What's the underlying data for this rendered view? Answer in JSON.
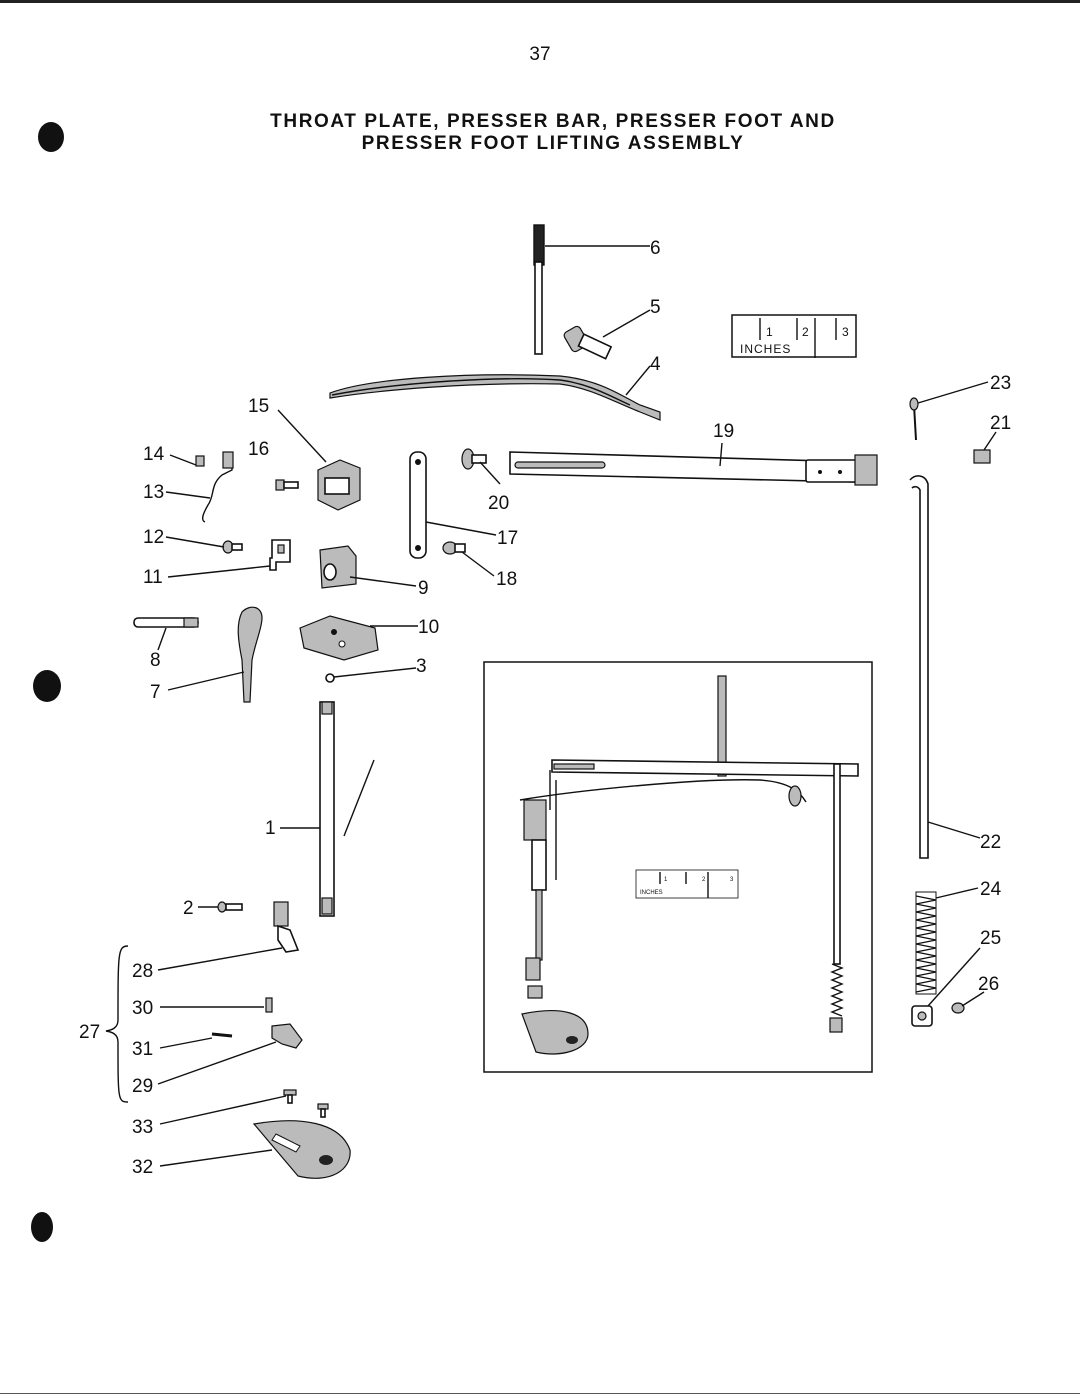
{
  "page": {
    "page_number": "37",
    "title_line_1": "THROAT PLATE, PRESSER BAR, PRESSER FOOT AND",
    "title_line_2": "PRESSER FOOT LIFTING ASSEMBLY"
  },
  "scale_bar": {
    "ticks": [
      "1",
      "2",
      "3"
    ],
    "unit": "INCHES"
  },
  "inset": {
    "scale_ticks": [
      "1",
      "2",
      "3"
    ],
    "scale_unit": "INCHES"
  },
  "callouts": {
    "c1": "1",
    "c2": "2",
    "c3": "3",
    "c4": "4",
    "c5": "5",
    "c6": "6",
    "c7": "7",
    "c8": "8",
    "c9": "9",
    "c10": "10",
    "c11": "11",
    "c12": "12",
    "c13": "13",
    "c14": "14",
    "c15": "15",
    "c16": "16",
    "c17": "17",
    "c18": "18",
    "c19": "19",
    "c20": "20",
    "c21": "21",
    "c22": "22",
    "c23": "23",
    "c24": "24",
    "c25": "25",
    "c26": "26",
    "c27": "27",
    "c28": "28",
    "c29": "29",
    "c30": "30",
    "c31": "31",
    "c32": "32",
    "c33": "33"
  },
  "colors": {
    "ink": "#111111",
    "paper": "#ffffff"
  }
}
